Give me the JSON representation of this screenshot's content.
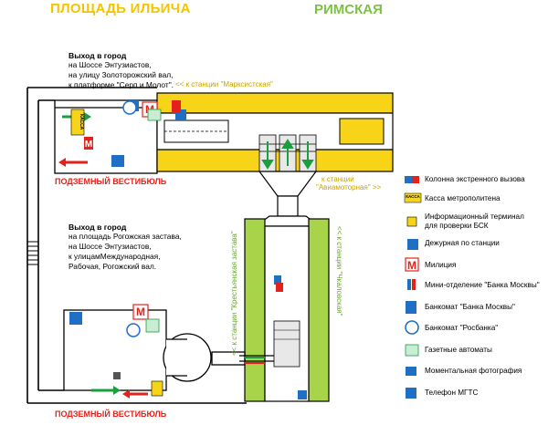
{
  "stations": {
    "left": "ПЛОЩАДЬ ИЛЬИЧА",
    "right": "РИМСКАЯ"
  },
  "exits": {
    "top": {
      "title": "Выход в город",
      "lines": [
        "на Шоссе Энтузиастов,",
        "на улицу Золоторожский вал,",
        "к платформе \"Серп и Молот\"."
      ]
    },
    "middle": {
      "title": "Выход в город",
      "lines": [
        "на площадь Рогожская застава,",
        "на Шоссе Энтузиастов,",
        "к улицамМеждународная,",
        "Рабочая, Рогожский вал."
      ]
    }
  },
  "vestibules": {
    "top": "ПОДЗЕМНЫЙ ВЕСТИБЮЛЬ",
    "bottom": "ПОДЗЕМНЫЙ ВЕСТИБЮЛЬ"
  },
  "directions": {
    "marksistskaya": "<< к станции \"Марксистская\"",
    "aviamotornaya_1": "к станции",
    "aviamotornaya_2": "\"Авиамоторная\" >>",
    "krestyanskaya": "<< к станции \"Крестьянская застава\"",
    "chkalovskaya": "<< к станции \"Чкаловская\""
  },
  "kassa_vertical": "КАССА",
  "kassa_small": "КАССА",
  "legend": [
    {
      "icon": "emergency-column-icon",
      "label": "Колонна экстренного вызова"
    },
    {
      "icon": "ticket-office-icon",
      "label": "Касса метрополитена"
    },
    {
      "icon": "info-terminal-icon",
      "label": "Информационный терминал",
      "label2": "для проверки БСК"
    },
    {
      "icon": "duty-station-icon",
      "label": "Дежурная по станции"
    },
    {
      "icon": "police-icon",
      "label": "Милиция"
    },
    {
      "icon": "bank-moscow-branch-icon",
      "label": "Мини-отделение \"Банка Москвы\""
    },
    {
      "icon": "atm-bank-moscow-icon",
      "label": "Банкомат \"Банка Москвы\""
    },
    {
      "icon": "atm-rosbank-icon",
      "label": "Банкомат \"Росбанка\""
    },
    {
      "icon": "newspaper-machine-icon",
      "label": "Газетные автоматы"
    },
    {
      "icon": "photo-booth-icon",
      "label": "Моментальная фотография"
    },
    {
      "icon": "phone-mgts-icon",
      "label": "Телефон МГТС"
    }
  ],
  "colors": {
    "line_yellow": "#f7d417",
    "line_green": "#a8d44a",
    "police_red": "#e4221b",
    "exit_arrow_green": "#1a9e3e",
    "exit_arrow_red": "#e4221b",
    "blue": "#1f6fc4"
  }
}
